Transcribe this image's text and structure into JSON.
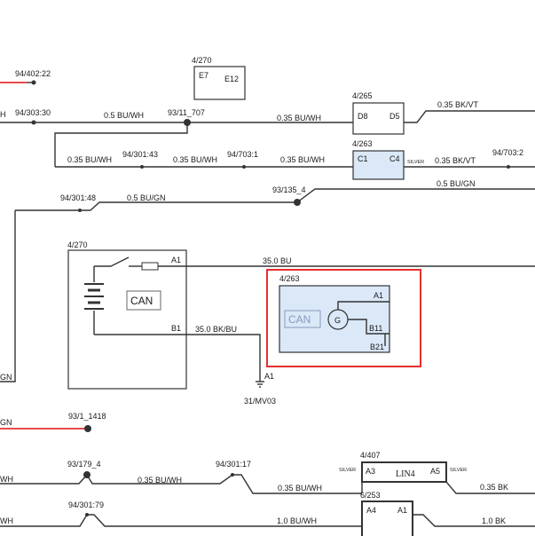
{
  "splices": {
    "s1": "94/402:22",
    "s2": "94/303:30",
    "s3": "93/11_707",
    "s4": "94/301:43",
    "s5": "94/703:1",
    "s6": "94/703:2",
    "s7": "94/301:48",
    "s8": "93/135_4",
    "s9": "93/1_1418",
    "s10": "93/179_4",
    "s11": "94/301:17",
    "s12": "94/301:79"
  },
  "wires": {
    "w1": "0.5 BU/WH",
    "w2": "0.35 BU/WH",
    "w3": "0.35 BK/VT",
    "w4": "0.35 BU/WH",
    "w5": "0.35 BU/WH",
    "w6": "0.35 BU/WH",
    "w7": "0.35 BK/VT",
    "w8": "0.5 BU/GN",
    "w9": "0.5 BU/GN",
    "w10": "35.0 BU",
    "w11": "35.0 BK/BU",
    "w12": "0.35 BU/WH",
    "w13": "0.35 BU/WH",
    "w14": "0.35 BK",
    "w15": "1.0 BU/WH",
    "w16": "1.0 BK"
  },
  "edge": {
    "wh1": "WH",
    "h": "H",
    "gn1": "GN",
    "gn2": "GN",
    "wh2": "WH",
    "wh3": "WH"
  },
  "components": {
    "c270_top": {
      "ref": "4/270",
      "p1": "E7",
      "p2": "E12"
    },
    "c265": {
      "ref": "4/265",
      "p1": "D8",
      "p2": "D5"
    },
    "c263_top": {
      "ref": "4/263",
      "p1": "C1",
      "p2": "C4",
      "silver": "SILVER"
    },
    "battery": {
      "ref": "4/270",
      "a1": "A1",
      "b1": "B1",
      "can": "CAN"
    },
    "alternator": {
      "ref": "4/263",
      "a1": "A1",
      "b11": "B11",
      "b21": "B21",
      "can": "CAN",
      "g": "G"
    },
    "ground": {
      "pin": "A1",
      "ref": "31/MV03"
    },
    "lin": {
      "ref": "4/407",
      "a3": "A3",
      "a5": "A5",
      "name": "LIN4",
      "silver_l": "SILVER",
      "silver_r": "SILVER"
    },
    "c253": {
      "ref": "6/253",
      "a4": "A4",
      "a1": "A1"
    }
  },
  "colors": {
    "highlight": "#e53030",
    "component_fill": "#dbe8f8",
    "wire": "#333333"
  }
}
